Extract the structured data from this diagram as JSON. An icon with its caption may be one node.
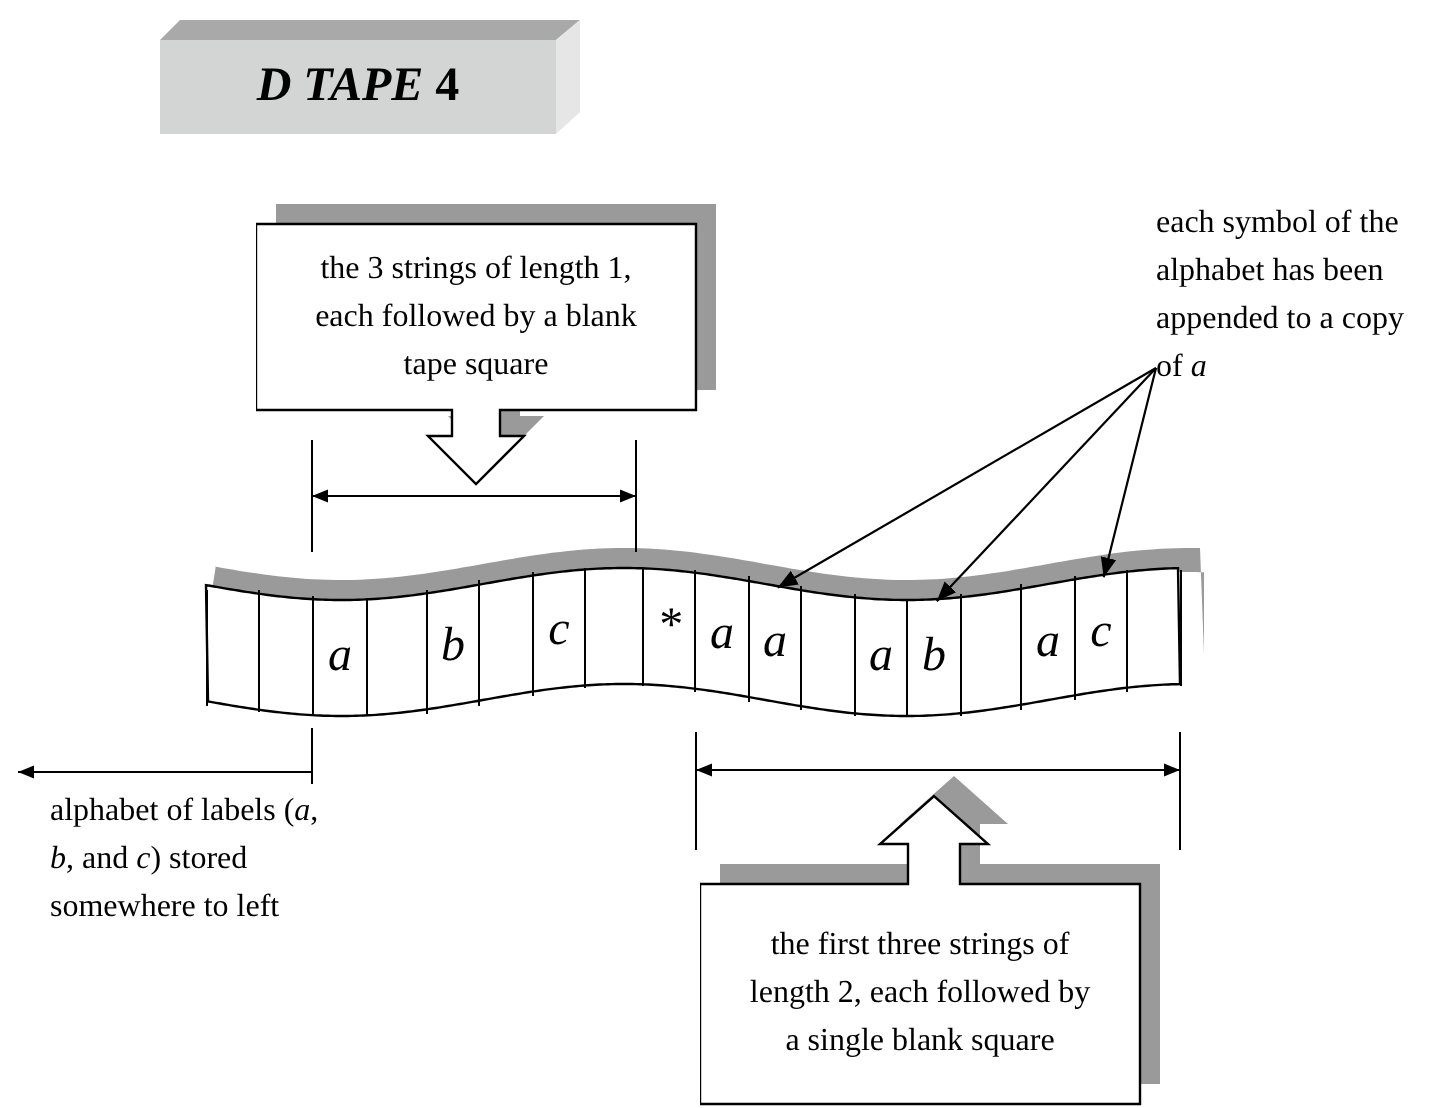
{
  "diagram": {
    "title": "*D TAPE* 4",
    "nodes": [
      {
        "text": [
          "the 3 strings of length 1, each followed by a blank tape square"
        ]
      },
      {
        "text": [
          "each symbol of the alphabet has been appended to a copy of *a*"
        ]
      },
      {
        "text": [],
        "shape": "box"
      },
      {
        "text": [],
        "shape": "box"
      },
      {
        "text": [
          "a"
        ]
      },
      {
        "text": [],
        "shape": "box"
      },
      {
        "text": [
          "b"
        ]
      },
      {
        "text": [],
        "shape": "box"
      },
      {
        "text": [
          "c"
        ]
      },
      {
        "text": [],
        "shape": "box"
      },
      {
        "text": [
          "*"
        ]
      },
      {
        "text": [
          "a"
        ]
      },
      {
        "text": [
          "a"
        ]
      },
      {
        "text": [],
        "shape": "box"
      },
      {
        "text": [
          "a"
        ]
      },
      {
        "text": [
          "b"
        ]
      },
      {
        "text": [],
        "shape": "box"
      },
      {
        "text": [
          "a"
        ]
      },
      {
        "text": [
          "c"
        ]
      },
      {
        "text": [],
        "shape": "box"
      },
      {
        "text": [
          "the first three strings of length 2, each followed by a single blank square"
        ]
      }
    ],
    "edges": [
      {
        "from": 1,
        "to": 12,
        "arrow": "to"
      },
      {
        "from": 1,
        "to": 15,
        "arrow": "to"
      },
      {
        "from": 1,
        "to": 18,
        "arrow": "to"
      }
    ],
    "labels": [
      "alphabet of labels (*a*, *b*, and *c*) stored somewhere to left"
    ]
  }
}
